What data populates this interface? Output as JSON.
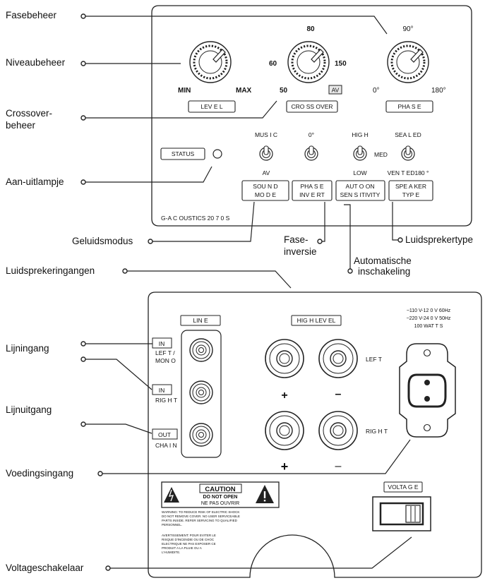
{
  "callouts": {
    "fasebeheer": "Fasebeheer",
    "niveaubeheer": "Niveaubeheer",
    "crossover_line1": "Crossover-",
    "crossover_line2": "beheer",
    "aan_uit": "Aan-uitlampje",
    "geluidsmodus": "Geluidsmodus",
    "faseinversie_line1": "Fase-",
    "faseinversie_line2": "inversie",
    "auto_line1": "Automatische",
    "auto_line2": "inschakeling",
    "luidsprekertype": "Luidsprekertype",
    "luidsprekeringangen": "Luidsprekeringangen",
    "lijningang": "Lijningang",
    "lijnuitgang": "Lijnuitgang",
    "voedingsingang": "Voedingsingang",
    "voltageschakelaar": "Voltageschakelaar"
  },
  "top_panel": {
    "level_min": "MIN",
    "level_max": "MAX",
    "level_label": "LEV E L",
    "crossover_60": "60",
    "crossover_80": "80",
    "crossover_150": "150",
    "crossover_50": "50",
    "crossover_av": "AV",
    "crossover_label": "CRO SS OVER",
    "phase_90": "90°",
    "phase_0": "0°",
    "phase_180": "180°",
    "phase_label": "PHA S E",
    "status_label": "STATUS",
    "music": "MUS I C",
    "av": "AV",
    "zero_deg": "0°",
    "high": "HIG H",
    "med": "MED",
    "low": "LOW",
    "sealed": "SEA L ED",
    "vented": "VEN T ED180 °",
    "sound_mode_1": "SOU N D",
    "sound_mode_2": "MO D E",
    "phase_invert_1": "PHA S E",
    "phase_invert_2": "INV E RT",
    "auto_on_1": "AUT O ON",
    "auto_on_2": "SEN S ITIVITY",
    "speaker_type_1": "SPE A KER",
    "speaker_type_2": "TYP E",
    "brand": "G-A C OUSTICS 20 7 0 S"
  },
  "bottom_panel": {
    "line_label": "LIN E",
    "high_level_label": "HIG H LEV EL",
    "in_left": "IN",
    "left_mono_1": "LEF T /",
    "left_mono_2": "MON O",
    "in_right": "IN",
    "right": "RIG H T",
    "out": "OUT",
    "chain": "CHA I N",
    "left": "LEF T",
    "right_terminal": "RIG H T",
    "plus": "+",
    "minus": "–",
    "power_1": "~110 V-12 0 V 60Hz",
    "power_2": "~220 V-24 0 V 50Hz",
    "power_3": "100 WAT T S",
    "voltage_label": "VOLTA G E",
    "caution": "CAUTION",
    "do_not_open": "DO NOT OPEN",
    "ne_pas": "NE PAS OUVRIR",
    "warn_1": "WARNING: TO REDUCE RISK OF ELECTRIC SHOCK",
    "warn_2": "DO NOT REMOVE COVER. NO USER SERVICEABLE",
    "warn_3": "PARTS INSIDE. REFER SERVICING TO QUALIFIED",
    "warn_4": "PERSONNEL.",
    "avert_1": "AVERTISSEMENT: POUR EVITER LE",
    "avert_2": "RISQUE D'INCENDIE OU DE CHOC",
    "avert_3": "ELECTRIQUE NE PAS EXPOSER CE",
    "avert_4": "PRODUIT A LA PLUIE OU A",
    "avert_5": "L'HUMIDITE."
  }
}
